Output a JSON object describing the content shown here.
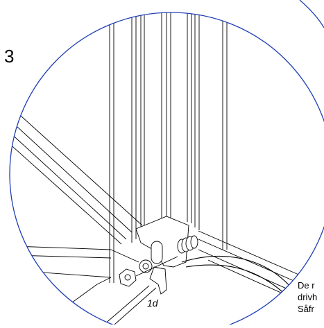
{
  "figure": {
    "step_number": "3",
    "part_label": "1d",
    "note_lines": [
      "De r",
      "drivh",
      "Såfr"
    ]
  },
  "colors": {
    "circle_outline": "#1f3fb4",
    "line_art": "#000000",
    "background": "#ffffff"
  },
  "icons": [
    "bolt-icon",
    "nut-icon",
    "washer-icon",
    "spring-icon",
    "clip-bracket-icon"
  ]
}
